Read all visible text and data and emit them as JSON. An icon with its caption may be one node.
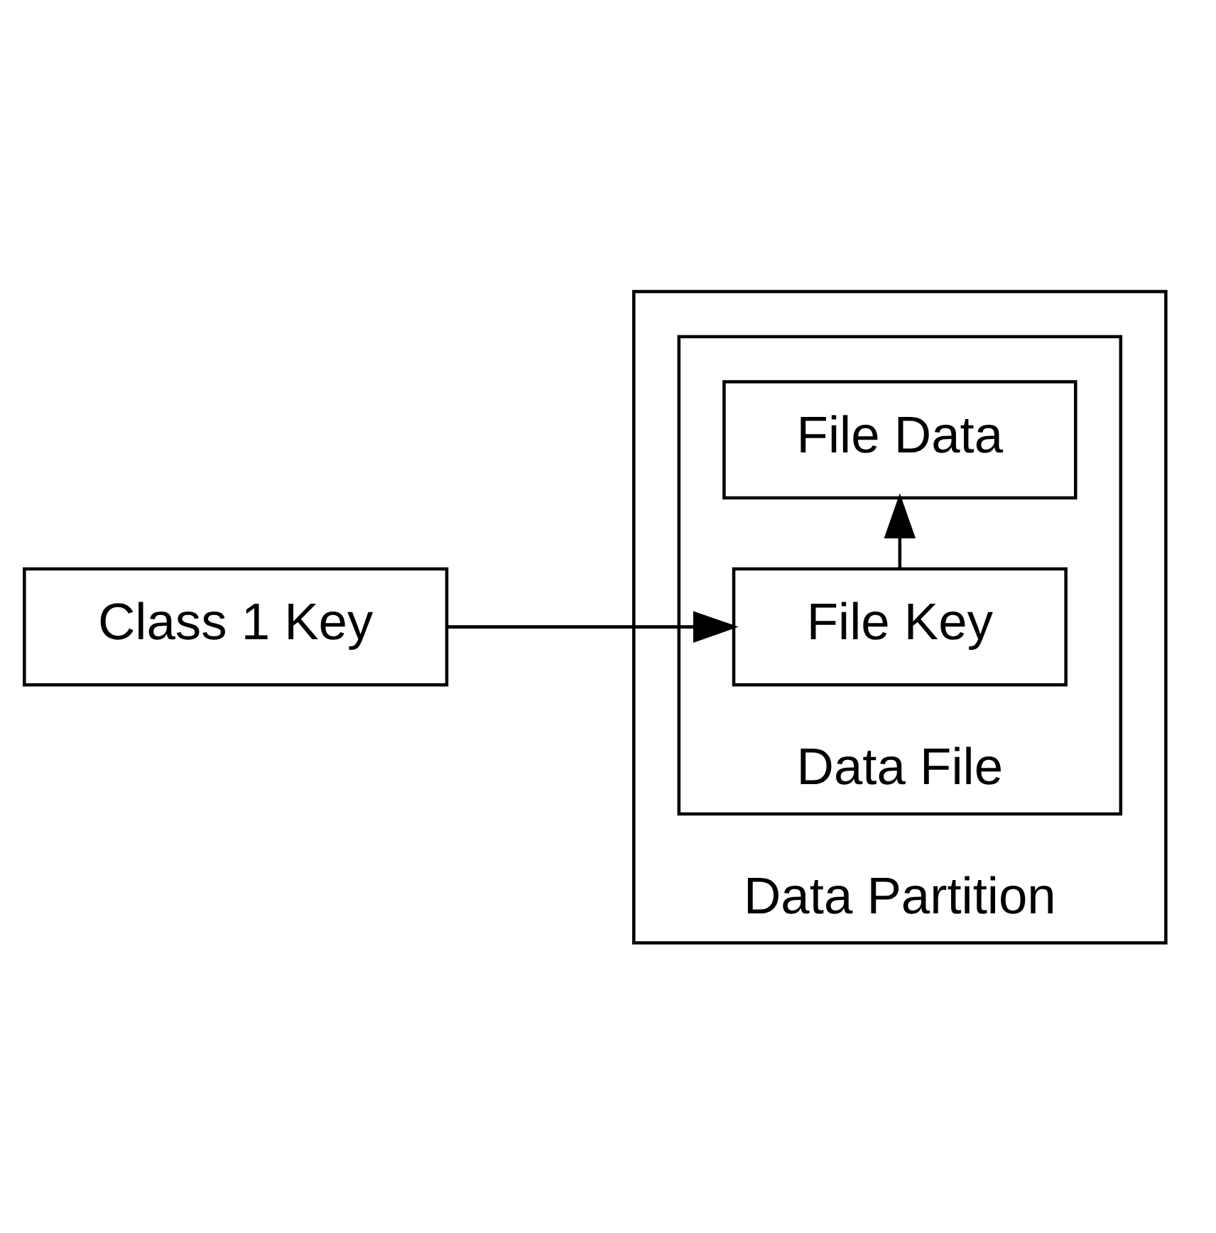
{
  "diagram": {
    "nodes": [
      {
        "text": [
          "Data Partition"
        ]
      },
      {
        "text": [
          "Data File"
        ],
        "in": 0
      },
      {
        "text": [
          "File Data"
        ],
        "in": 1
      },
      {
        "text": [
          "File Key"
        ],
        "in": 1
      },
      {
        "text": [
          "Class 1 Key"
        ]
      }
    ],
    "edges": [
      {
        "from": 4,
        "to": 3,
        "arrow": "to"
      },
      {
        "from": 3,
        "to": 2,
        "arrow": "to"
      }
    ]
  }
}
